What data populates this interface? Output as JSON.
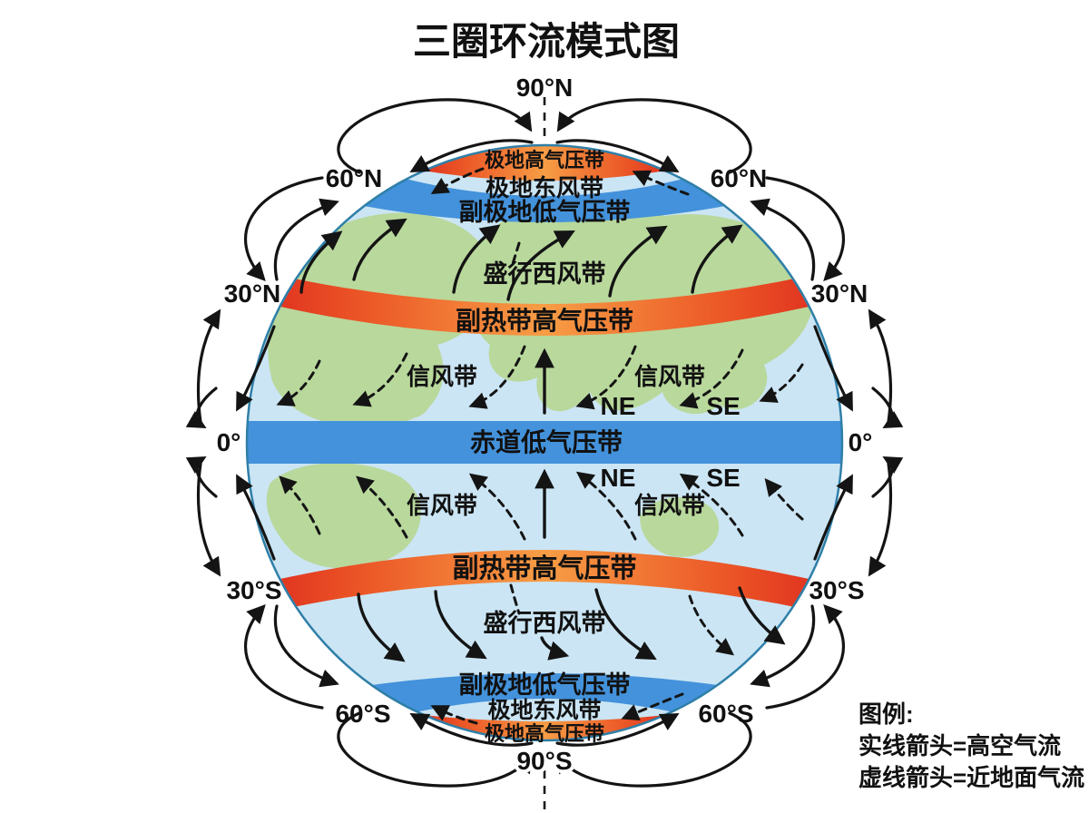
{
  "title": "三圈环流模式图",
  "latitudes": {
    "n90": "90°N",
    "n60": "60°N",
    "n30": "30°N",
    "eq": "0°",
    "s30": "30°S",
    "s60": "60°S",
    "s90": "90°S"
  },
  "belts": {
    "polar_high": "极地高气压带",
    "polar_easterlies": "极地东风带",
    "subpolar_low": "副极地低气压带",
    "westerlies": "盛行西风带",
    "subtropical_high": "副热带高气压带",
    "trade": "信风带",
    "equatorial_low": "赤道低气压带"
  },
  "winds": {
    "ne": "NE",
    "se": "SE"
  },
  "legend": {
    "heading": "图例:",
    "solid": "实线箭头=高空气流",
    "dashed": "虚线箭头=近地面气流"
  },
  "colors": {
    "background": "#ffffff",
    "ocean": "#cbe5f4",
    "land": "#b9d89c",
    "low_pressure_blue": "#4392db",
    "high_pressure_red": "#e03320",
    "high_pressure_orange": "#f79d45",
    "globe_outline": "#2f7fa8",
    "arrow": "#141414"
  }
}
